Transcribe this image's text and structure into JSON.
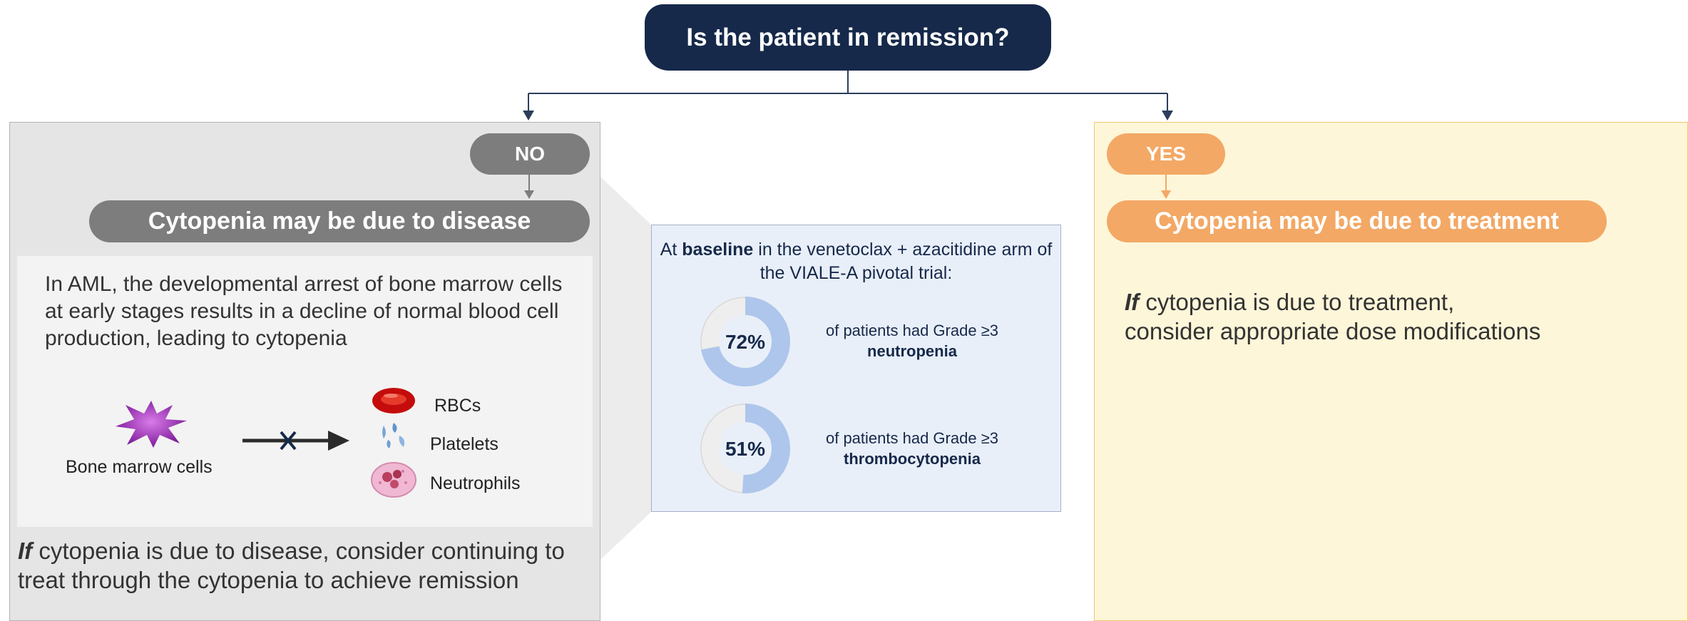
{
  "question": "Is the patient in remission?",
  "no_branch": {
    "pill": "NO",
    "heading": "Cytopenia may be due to disease",
    "description": "In AML, the developmental arrest of bone marrow cells at early stages results in a decline of normal blood cell production, leading to cytopenia",
    "source_label": "Bone marrow cells",
    "cells": [
      "RBCs",
      "Platelets",
      "Neutrophils"
    ],
    "footer_if": "If",
    "footer_rest": " cytopenia is due to disease, consider continuing to treat through the cytopenia to achieve remission"
  },
  "callout": {
    "title_pre": "At ",
    "title_bold": "baseline",
    "title_post": " in the venetoclax + azacitidine arm of the VIALE-A pivotal trial:",
    "stats": [
      {
        "percent": 72,
        "label": "72%",
        "text": "of patients had Grade ≥3",
        "bold": "neutropenia"
      },
      {
        "percent": 51,
        "label": "51%",
        "text": "of patients had Grade ≥3",
        "bold": "thrombocytopenia"
      }
    ]
  },
  "yes_branch": {
    "pill": "YES",
    "heading": "Cytopenia may be due to treatment",
    "text_if": "If",
    "text_line1_rest": " cytopenia is due to treatment,",
    "text_line2": "consider appropriate dose modifications"
  },
  "colors": {
    "navy": "#16294a",
    "gray_pill": "#7d7d7d",
    "orange_pill": "#f3a865",
    "donut_fill": "#aec6eb",
    "donut_track": "#eeeeee",
    "yes_panel": "#fef6d9",
    "no_panel": "#e5e5e5"
  },
  "icons": [
    "bone-marrow-cell-icon",
    "blocked-arrow-icon",
    "rbc-icon",
    "platelets-icon",
    "neutrophil-icon"
  ]
}
